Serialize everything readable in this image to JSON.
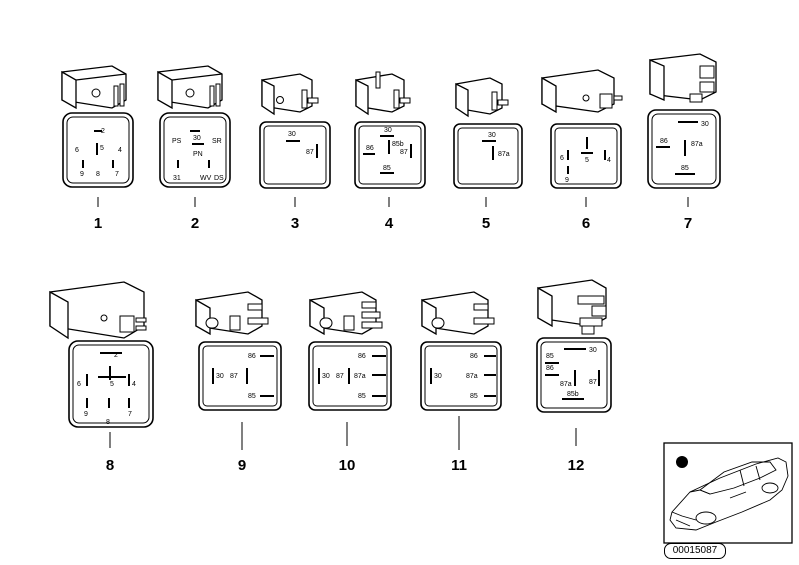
{
  "items": [
    {
      "number": "1",
      "pins": [
        "2",
        "6",
        "5",
        "4",
        "9",
        "8",
        "7"
      ]
    },
    {
      "number": "2",
      "pins": [
        "PS",
        "30",
        "SR",
        "PN",
        "31",
        "WV",
        "DS"
      ]
    },
    {
      "number": "3",
      "pins": [
        "30",
        "87"
      ]
    },
    {
      "number": "4",
      "pins": [
        "30",
        "85b",
        "86",
        "87",
        "85"
      ]
    },
    {
      "number": "5",
      "pins": [
        "30",
        "87a"
      ]
    },
    {
      "number": "6",
      "pins": [
        "6",
        "5",
        "4",
        "9"
      ]
    },
    {
      "number": "7",
      "pins": [
        "30",
        "86",
        "87a",
        "85"
      ]
    },
    {
      "number": "8",
      "pins": [
        "2",
        "6",
        "5",
        "4",
        "9",
        "8",
        "7"
      ]
    },
    {
      "number": "9",
      "pins": [
        "86",
        "30",
        "87",
        "85"
      ]
    },
    {
      "number": "10",
      "pins": [
        "86",
        "30",
        "87",
        "87a",
        "85"
      ]
    },
    {
      "number": "11",
      "pins": [
        "86",
        "30",
        "87a",
        "85"
      ]
    },
    {
      "number": "12",
      "pins": [
        "30",
        "85",
        "86",
        "87a",
        "87",
        "85b"
      ]
    }
  ],
  "reference_id": "00015087",
  "colors": {
    "ink": "#000000",
    "paper": "#ffffff"
  }
}
